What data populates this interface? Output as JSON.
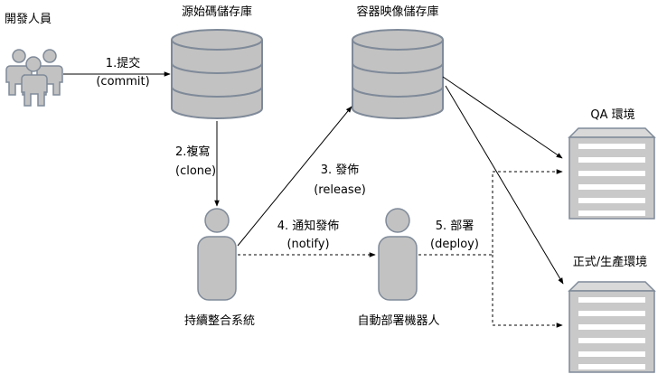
{
  "nodes": {
    "developers": "開發人員",
    "source_repo": "源始碼儲存庫",
    "image_registry": "容器映像儲存庫",
    "qa_env": "QA 環境",
    "prod_env": "正式/生產環境",
    "ci_system": "持續整合系統",
    "deploy_bot": "自動部署機器人"
  },
  "edges": {
    "commit_1": "1.提交",
    "commit_2": "(commit)",
    "clone_1": "2.複寫",
    "clone_2": "(clone)",
    "release_1": "3. 發佈",
    "release_2": "(release)",
    "notify_1": "4. 通知發佈",
    "notify_2": "(notify)",
    "deploy_1": "5. 部署",
    "deploy_2": "(deploy)"
  },
  "colors": {
    "icon_fill": "#bfbfbf",
    "icon_stroke": "#7f8a99",
    "server_fill": "#c7c7c7",
    "server_stroke": "#7f8a99",
    "line": "#000000"
  }
}
